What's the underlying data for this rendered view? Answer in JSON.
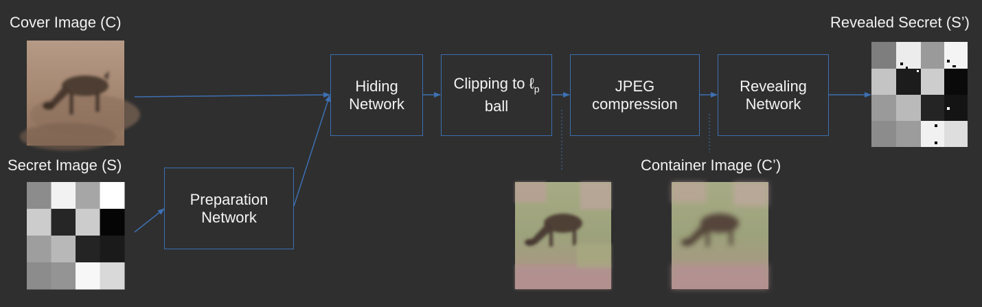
{
  "labels": {
    "cover": "Cover Image (C)",
    "secret": "Secret Image (S)",
    "revealed": "Revealed Secret (S’)",
    "container": "Container Image (C’)"
  },
  "nodes": {
    "preparation": {
      "line1": "Preparation",
      "line2": "Network"
    },
    "hiding": {
      "line1": "Hiding",
      "line2": "Network"
    },
    "clipping": {
      "line1_prefix": "Clipping to ",
      "symbol": "ℓ",
      "subscript": "p",
      "line2": "ball"
    },
    "jpeg": {
      "line1": "JPEG",
      "line2": "compression"
    },
    "revealing": {
      "line1": "Revealing",
      "line2": "Network"
    }
  },
  "images": {
    "cover": "cover-deer-image",
    "secret": "secret-grid-image",
    "container_clipped": "container-image-before-jpeg",
    "container_jpeg": "container-image-after-jpeg",
    "revealed": "revealed-secret-image"
  },
  "secret_grid": [
    [
      0.55,
      0.95,
      0.65,
      1.0
    ],
    [
      0.8,
      0.15,
      0.8,
      0.02
    ],
    [
      0.62,
      0.72,
      0.14,
      0.1
    ],
    [
      0.55,
      0.58,
      0.97,
      0.85
    ]
  ],
  "colors": {
    "background": "#2f2f2f",
    "accent": "#3d70b3",
    "text": "#ffffff"
  }
}
